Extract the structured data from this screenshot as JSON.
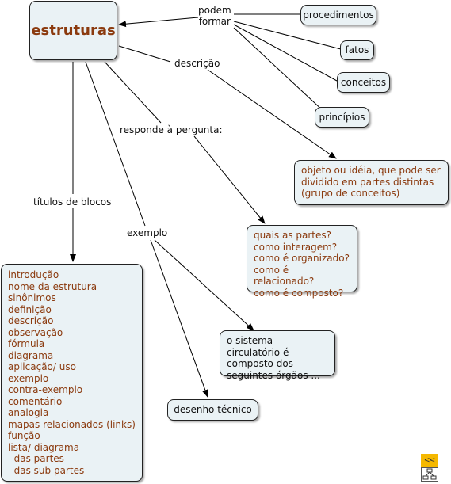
{
  "root": {
    "label": "estruturas"
  },
  "links": {
    "podem_formar": "podem\nformar",
    "descricao": "descrição",
    "responde": "responde à pergunta:",
    "titulos": "títulos de blocos",
    "exemplo": "exemplo"
  },
  "targets": {
    "procedimentos": "procedimentos",
    "fatos": "fatos",
    "conceitos": "conceitos",
    "principios": "princípios"
  },
  "descricao_text": "objeto ou idéia, que pode ser dividido em partes distintas (grupo de conceitos)",
  "perguntas": [
    "quais as partes?",
    "como interagem?",
    "como é organizado?",
    "como é relacionado?",
    "como é composto?"
  ],
  "exemplo_text": "o sistema circulatório é composto dos seguintes órgãos ...",
  "desenho": "desenho técnico",
  "blocos": [
    "introdução",
    "nome da estrutura",
    "sinônimos",
    "definição",
    "descrição",
    "observação",
    "fórmula",
    "diagrama",
    "aplicação/ uso",
    "exemplo",
    "contra-exemplo",
    "comentário",
    "analogia",
    "mapas relacionados (links)",
    "função",
    "lista/ diagrama",
    "  das partes",
    "  das sub partes"
  ],
  "nav": {
    "back_label": "<<"
  },
  "colors": {
    "root_text": "#8b3a0e",
    "node_fill": "#eaf2f5",
    "nav_fill": "#f5b800"
  }
}
